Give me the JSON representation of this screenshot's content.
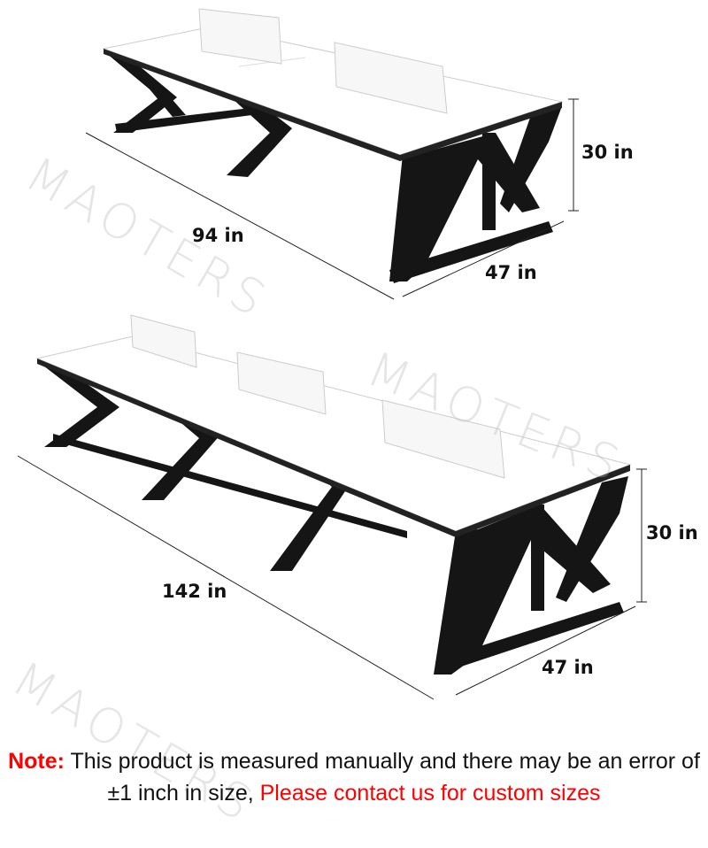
{
  "watermark": "MAOTERS",
  "desk_two_person": {
    "length_label": "94 in",
    "depth_label": "47 in",
    "height_label": "30 in"
  },
  "desk_three_person": {
    "length_label": "142 in",
    "depth_label": "47 in",
    "height_label": "30 in"
  },
  "note": {
    "prefix": "Note:",
    "body": " This product is measured manually and there may be an error of ±1 inch in size, ",
    "contact": "Please contact us for custom sizes"
  },
  "colors": {
    "accent_red": "#ff0000",
    "frame": "#111111",
    "top": "#ffffff"
  }
}
